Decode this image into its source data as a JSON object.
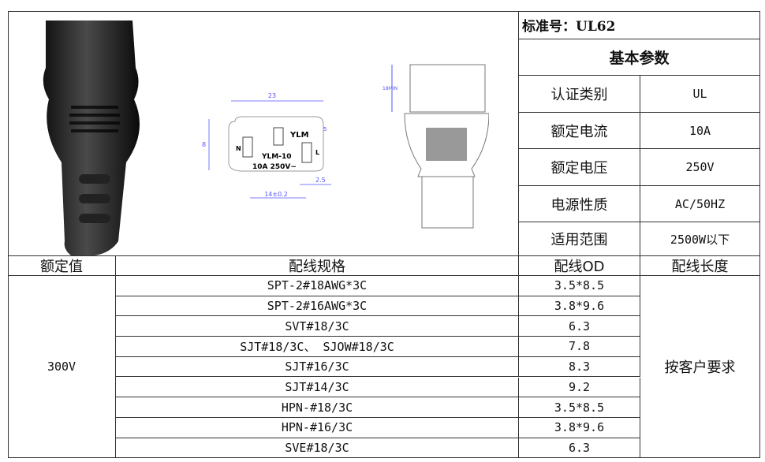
{
  "top_right": {
    "standard": "标准号：UL62",
    "section_title": "基本参数",
    "params": [
      {
        "label": "认证类别",
        "value": "UL"
      },
      {
        "label": "额定电流",
        "value": "10A"
      },
      {
        "label": "额定电压",
        "value": "250V"
      },
      {
        "label": "电源性质",
        "value": "AC/50HZ"
      },
      {
        "label": "适用范围",
        "value": "2500W以下"
      }
    ]
  },
  "diagram": {
    "width_dim": "23",
    "height_dim": "8",
    "pin_dim": "5",
    "pin_spacing": "14±0.2",
    "pin_width": "2.5",
    "brand": "YLM",
    "model": "YLM-10",
    "rating": "10A 250V~",
    "pin_n": "N",
    "pin_l": "L",
    "min_length": "18MIN"
  },
  "table": {
    "headers": [
      "额定值",
      "配线规格",
      "配线OD",
      "配线长度"
    ],
    "rated_value": "300V",
    "length_note": "按客户要求",
    "rows": [
      {
        "spec": "SPT-2#18AWG*3C",
        "od": "3.5*8.5"
      },
      {
        "spec": "SPT-2#16AWG*3C",
        "od": "3.8*9.6"
      },
      {
        "spec": "SVT#18/3C",
        "od": "6.3"
      },
      {
        "spec": "SJT#18/3C、 SJOW#18/3C",
        "od": "7.8"
      },
      {
        "spec": "SJT#16/3C",
        "od": "8.3"
      },
      {
        "spec": "SJT#14/3C",
        "od": "9.2"
      },
      {
        "spec": "HPN-#18/3C",
        "od": "3.5*8.5"
      },
      {
        "spec": "HPN-#16/3C",
        "od": "3.8*9.6"
      },
      {
        "spec": "SVE#18/3C",
        "od": "6.3"
      }
    ]
  }
}
